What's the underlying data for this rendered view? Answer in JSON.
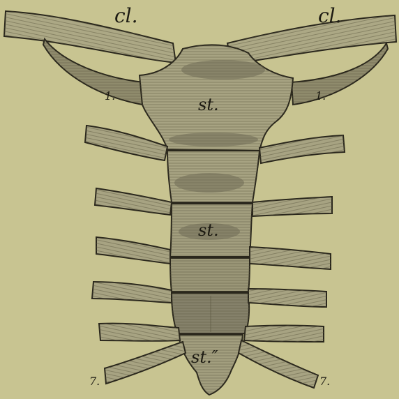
{
  "figure": {
    "labels": {
      "clavicle_left": "cl.",
      "clavicle_right": "cl.",
      "rib_first_left": "1.",
      "rib_first_right": "1.",
      "manubrium": "st.",
      "body": "st.",
      "xiphoid": "st.″",
      "rib_seventh_left": "7.",
      "rib_seventh_right": "7."
    },
    "colors": {
      "background": "#c8c491",
      "bone": "#aca885",
      "ink": "#2a271c"
    }
  }
}
